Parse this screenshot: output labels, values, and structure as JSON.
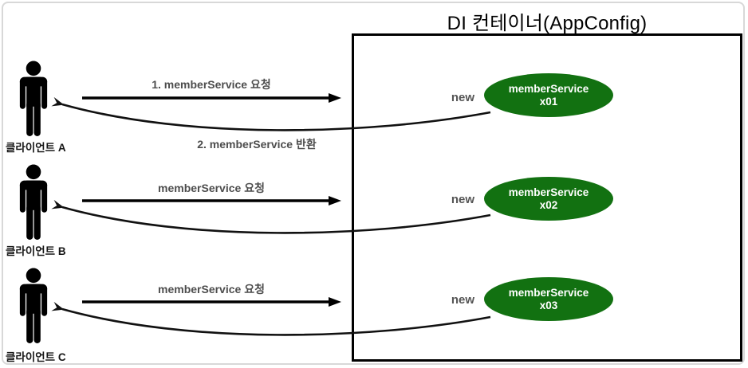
{
  "diagram": {
    "title": "DI 컨테이너(AppConfig)",
    "colors": {
      "instance_fill": "#127111",
      "instance_text": "#ffffff",
      "label_gray": "#4d4d4d",
      "line_black": "#000000",
      "outer_border": "#d8d8d8"
    },
    "rows": [
      {
        "client_label": "클라이언트 A",
        "request_label": "1. memberService 요청",
        "return_label": "2. memberService 반환",
        "new_label": "new",
        "instance": {
          "line1": "memberService",
          "line2": "x01"
        }
      },
      {
        "client_label": "클라이언트 B",
        "request_label": "memberService 요청",
        "new_label": "new",
        "instance": {
          "line1": "memberService",
          "line2": "x02"
        }
      },
      {
        "client_label": "클라이언트 C",
        "request_label": "memberService 요청",
        "new_label": "new",
        "instance": {
          "line1": "memberService",
          "line2": "x03"
        }
      }
    ]
  }
}
